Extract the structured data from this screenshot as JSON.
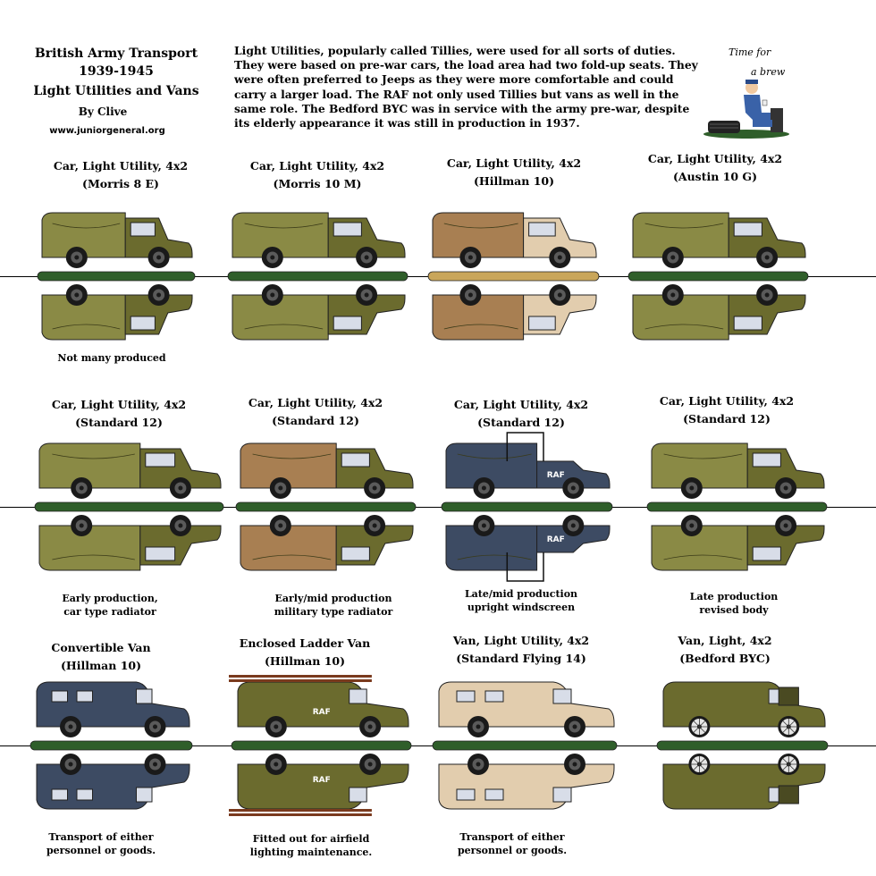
{
  "title": {
    "line1": "British Army Transport",
    "line2": "1939-1945",
    "line3": "Light Utilities and Vans",
    "author": "By Clive",
    "site": "www.juniorgeneral.org"
  },
  "intro": "Light Utilities, popularly called Tillies, were used for all sorts of duties. They were based on pre-war cars, the load area had two fold-up seats. They were often preferred to Jeeps as they were more comfortable and could carry a larger load. The RAF not only used Tillies but vans as well in the same role. The Bedford BYC was in service with the army pre-war, despite its elderly appearance it was still in production in 1937.",
  "brew": {
    "line1": "Time for",
    "line2": "a brew"
  },
  "raf_label": "RAF",
  "colors": {
    "olive": "#6b6b2e",
    "canvas": "#8a8a45",
    "tan": "#e2cdae",
    "brown": "#a87f52",
    "navy": "#3d4b63",
    "base_green": "#2f5e2a",
    "base_tan": "#c9a65a"
  },
  "vehicles": [
    {
      "title": "Car, Light Utility, 4x2",
      "model": "(Morris 8 E)",
      "note1": "Not many produced",
      "note2": ""
    },
    {
      "title": "Car, Light Utility, 4x2",
      "model": "(Morris 10 M)",
      "note1": "",
      "note2": ""
    },
    {
      "title": "Car, Light Utility, 4x2",
      "model": "(Hillman 10)",
      "note1": "",
      "note2": ""
    },
    {
      "title": "Car, Light Utility, 4x2",
      "model": "(Austin 10 G)",
      "note1": "",
      "note2": ""
    },
    {
      "title": "Car, Light Utility, 4x2",
      "model": "(Standard 12)",
      "note1": "Early production,",
      "note2": "car type radiator"
    },
    {
      "title": "Car, Light Utility, 4x2",
      "model": "(Standard 12)",
      "note1": "Early/mid production",
      "note2": "military type radiator"
    },
    {
      "title": "Car, Light Utility, 4x2",
      "model": "(Standard 12)",
      "note1": "Late/mid production",
      "note2": "upright windscreen"
    },
    {
      "title": "Car, Light Utility, 4x2",
      "model": "(Standard 12)",
      "note1": "Late production",
      "note2": "revised body"
    },
    {
      "title": "Convertible Van",
      "model": "(Hillman 10)",
      "note1": "Transport of either",
      "note2": "personnel or goods."
    },
    {
      "title": "Enclosed Ladder Van",
      "model": "(Hillman 10)",
      "note1": "Fitted out for airfield",
      "note2": "lighting maintenance."
    },
    {
      "title": "Van, Light Utility, 4x2",
      "model": "(Standard Flying 14)",
      "note1": "Transport of either",
      "note2": "personnel or goods."
    },
    {
      "title": "Van, Light, 4x2",
      "model": "(Bedford BYC)",
      "note1": "",
      "note2": ""
    }
  ]
}
